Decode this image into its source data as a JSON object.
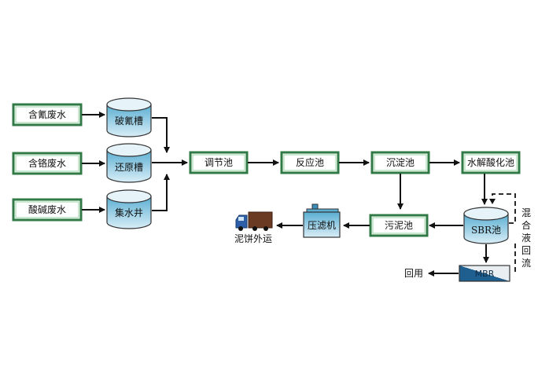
{
  "colors": {
    "box_border_dark": "#2f7a45",
    "box_border_light": "#7cc58b",
    "tank_top": "#dceff6",
    "tank_water": "#3a8fb8",
    "arrow": "#111111",
    "mbr_dark": "#1f5f8f",
    "mbr_light": "#e8eef2"
  },
  "inputs": [
    {
      "id": "cyanide",
      "label": "含氰废水"
    },
    {
      "id": "chrome",
      "label": "含铬废水"
    },
    {
      "id": "acidbase",
      "label": "酸碱废水"
    }
  ],
  "tanks": [
    {
      "id": "break-cyanide",
      "label": "破氰槽"
    },
    {
      "id": "reduction",
      "label": "还原槽"
    },
    {
      "id": "collection",
      "label": "集水井"
    }
  ],
  "process": [
    {
      "id": "regulating",
      "label": "调节池"
    },
    {
      "id": "reaction",
      "label": "反应池"
    },
    {
      "id": "sedimentation",
      "label": "沉淀池"
    },
    {
      "id": "hydrolysis",
      "label": "水解酸化池"
    }
  ],
  "sludge": {
    "sludge_tank": "污泥池",
    "filter_press": "压滤机",
    "cake_out": "泥饼外运"
  },
  "sbr": {
    "label": "SBR池"
  },
  "mbr": {
    "label": "MBR"
  },
  "reuse": {
    "label": "回用"
  },
  "reflux": {
    "label": "混合液回流",
    "chars": [
      "混",
      "合",
      "液",
      "回",
      "流"
    ]
  }
}
